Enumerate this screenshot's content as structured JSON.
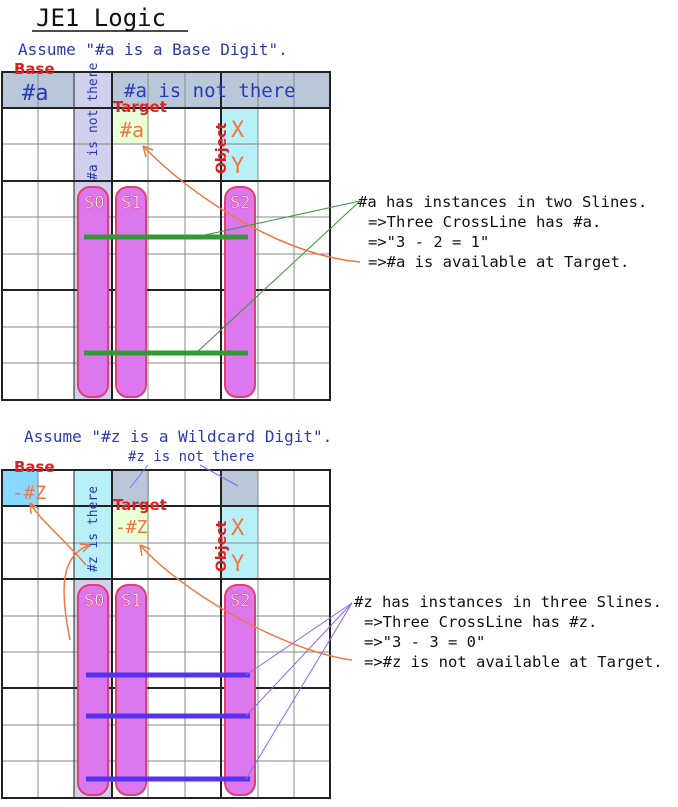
{
  "title": "JE1 Logic",
  "top": {
    "assume": "Assume \"#a is a Base Digit\".",
    "base_label": "Base",
    "base_cell": "#a",
    "not_there_header": "#a is not there",
    "vertical_text": "#a is not there",
    "target_label": "Target",
    "target_cell": "#a",
    "object_label": "Object",
    "x": "X",
    "y": "Y",
    "slines": [
      "S0",
      "S1",
      "S2"
    ],
    "notes": [
      "#a has instances in two Slines.",
      "=>Three CrossLine has #a.",
      "=>\"3 - 2 = 1\"",
      "=>#a is available at Target."
    ]
  },
  "bottom": {
    "assume": "Assume \"#z is a Wildcard Digit\".",
    "not_there_label": "#z is not there",
    "base_label": "Base",
    "base_cell": "-#Z",
    "vertical_text": "#z is there",
    "target_label": "Target",
    "target_cell": "-#Z",
    "object_label": "Object",
    "x": "X",
    "y": "Y",
    "slines": [
      "S0",
      "S1",
      "S2"
    ],
    "notes": [
      "#z has instances in three Slines.",
      "=>Three CrossLine has #z.",
      "=>\"3 - 3 = 0\"",
      "=>#z is not available at Target."
    ]
  },
  "colors": {
    "grid": "#222222",
    "thin_grid": "#888888",
    "header_bg": "#b8c8d8",
    "blue_text": "#2a3ab8",
    "red_label": "#e02020",
    "orange": "#f07840",
    "sline_fill": "#dd77ee",
    "sline_stroke": "#e04070",
    "col_highlight": "#d0d0ec",
    "cyan_cell": "#b8f0f8",
    "target_cell_bg": "#e8ffd8",
    "green_line": "#339933",
    "purple_line": "#5533ee",
    "purple_thin": "#8866ff",
    "base_cyan": "#88d8ff"
  }
}
